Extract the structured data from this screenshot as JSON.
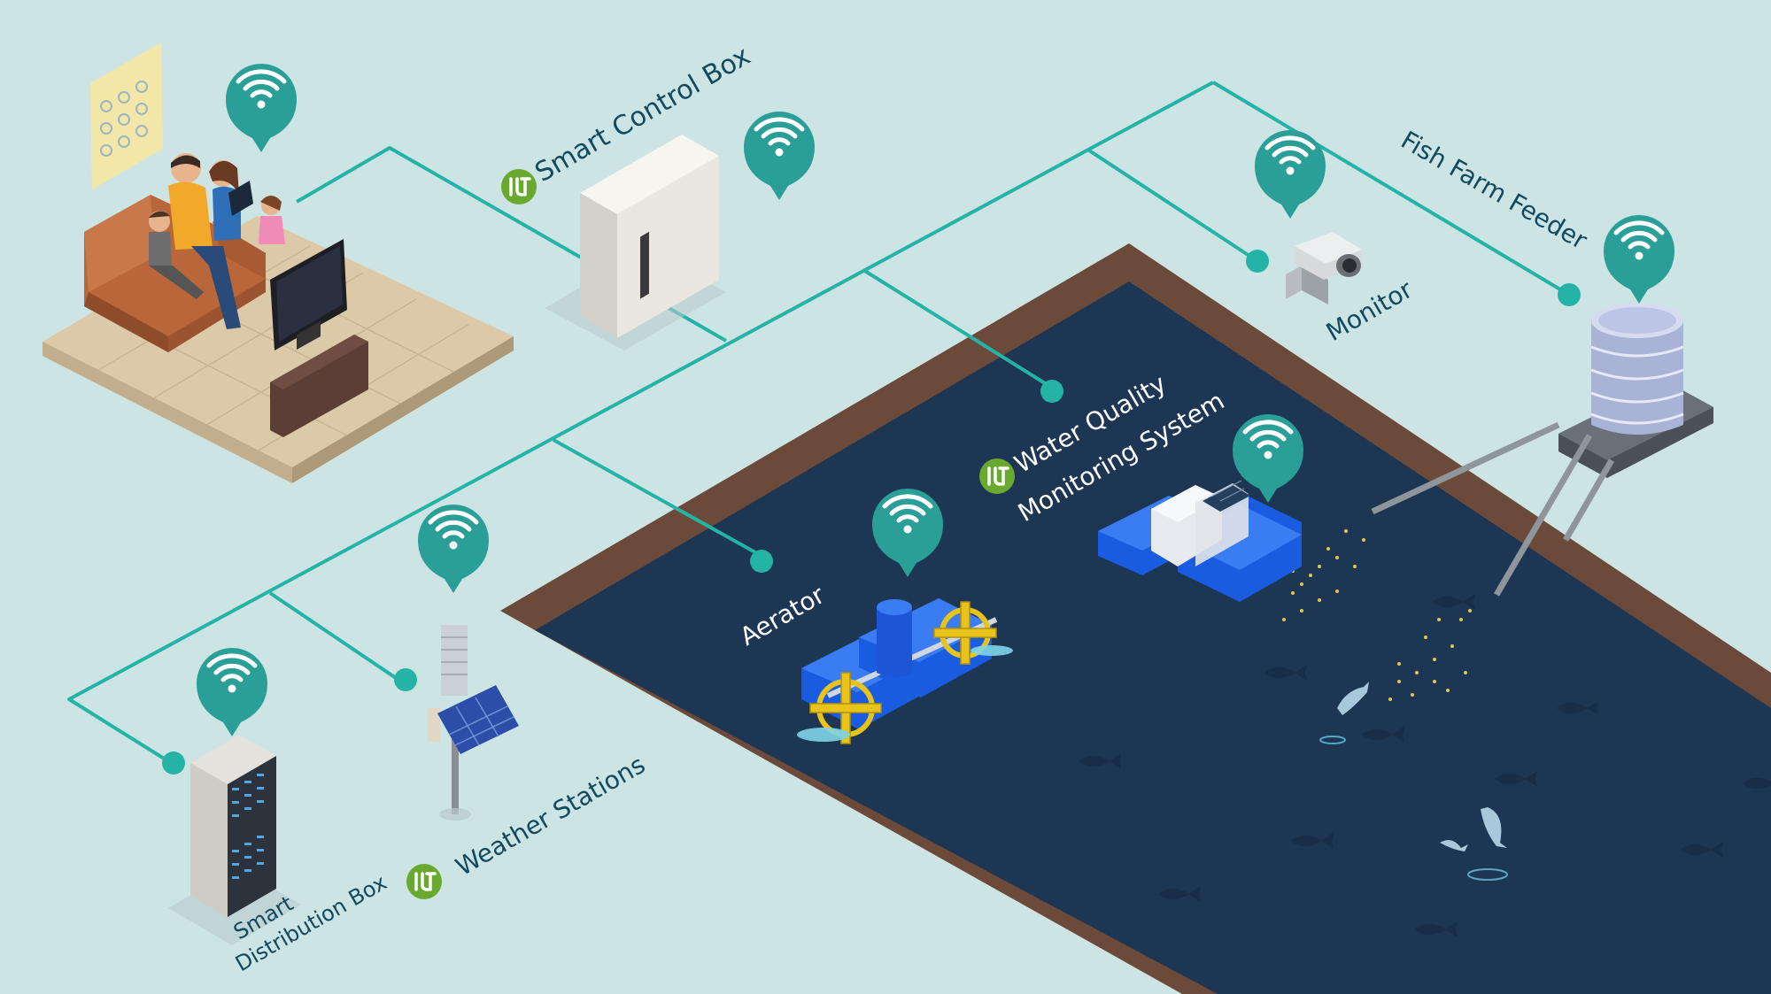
{
  "labels": {
    "smart_control_box": "Smart Control Box",
    "fish_farm_feeder": "Fish Farm Feeder",
    "monitor": "Monitor",
    "water_quality_line1": "Water Quality",
    "water_quality_line2": "Monitoring System",
    "aerator": "Aerator",
    "weather_stations": "Weather Stations",
    "smart_distribution_line1": "Smart",
    "smart_distribution_line2": "Distribution Box"
  },
  "logo_text": "IJT",
  "colors": {
    "background": "#cde4e5",
    "network_line": "#25b3a6",
    "wifi_badge": "#2a9f97",
    "pond_water": "#1c3654",
    "pond_rim": "#6b4a3a",
    "logo_green": "#6aa930",
    "label_dark": "#114a5e",
    "label_light": "#ffffff"
  },
  "icons": [
    "wifi-icon",
    "logo-icon",
    "server-rack-icon",
    "weather-station-icon",
    "security-camera-icon",
    "feeder-tower-icon",
    "aerator-icon",
    "monitoring-buoy-icon",
    "family-sofa-icon",
    "control-cabinet-icon",
    "fish-icon"
  ]
}
